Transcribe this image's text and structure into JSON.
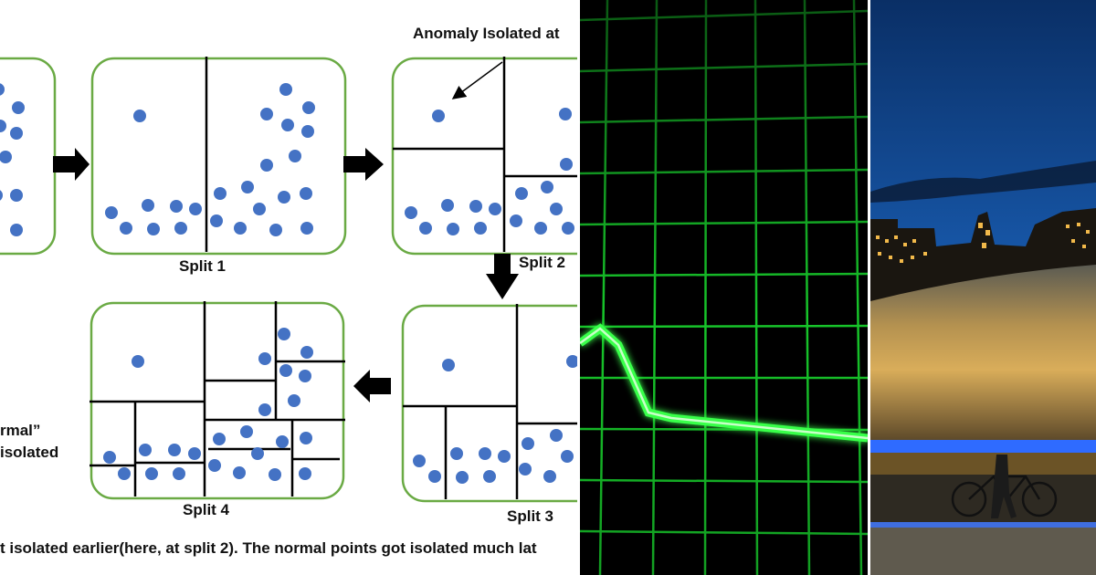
{
  "diagram": {
    "annotation": "Anomaly Isolated at",
    "split_labels": [
      "Split 1",
      "Split 2",
      "Split 3",
      "Split 4"
    ],
    "side_text_line1": "rmal”",
    "side_text_line2": "isolated",
    "caption": "t isolated earlier(here, at split 2). The normal points got isolated much lat",
    "colors": {
      "box_border": "#6aaa44",
      "point": "#4472c4",
      "line": "#000000"
    }
  },
  "grid_panel": {
    "colors": {
      "grid": "#17c52a",
      "trace": "#39ff4a",
      "background": "#000000"
    }
  },
  "photo_panel": {
    "description_icon": "night-city-bicycle-photo",
    "colors": {
      "sky": "#0b3a78",
      "glow": "#d2a04a",
      "blue_light": "#2f6bff"
    }
  }
}
